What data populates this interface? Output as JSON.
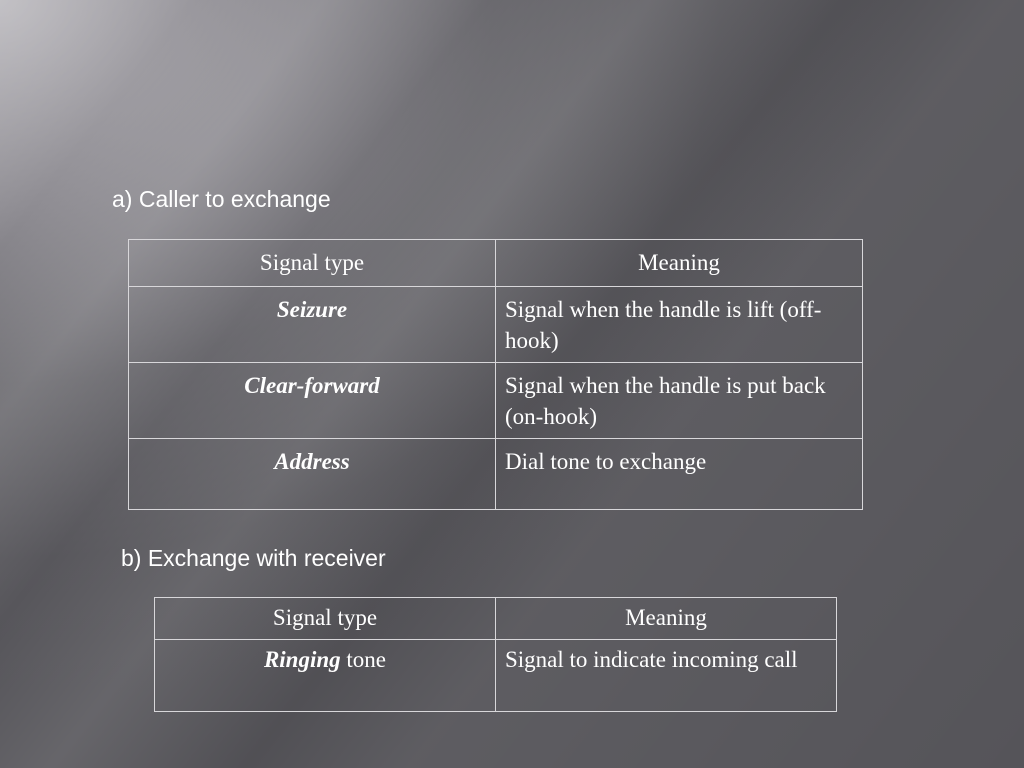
{
  "section_a": {
    "heading": "a) Caller to exchange",
    "header": {
      "col1": "Signal type",
      "col2": "Meaning"
    },
    "rows": [
      {
        "term": "Seizure",
        "meaning": "Signal when the handle is lift (off-hook)"
      },
      {
        "term": "Clear-forward",
        "meaning": "Signal when the handle is put back (on-hook)"
      },
      {
        "term": "Address",
        "meaning": "Dial tone to exchange"
      }
    ]
  },
  "section_b": {
    "heading": "b) Exchange with receiver",
    "header": {
      "col1": "Signal type",
      "col2": "Meaning"
    },
    "rows": [
      {
        "term": "Ringing",
        "term_suffix": " tone",
        "meaning": "Signal to indicate incoming call"
      }
    ]
  }
}
